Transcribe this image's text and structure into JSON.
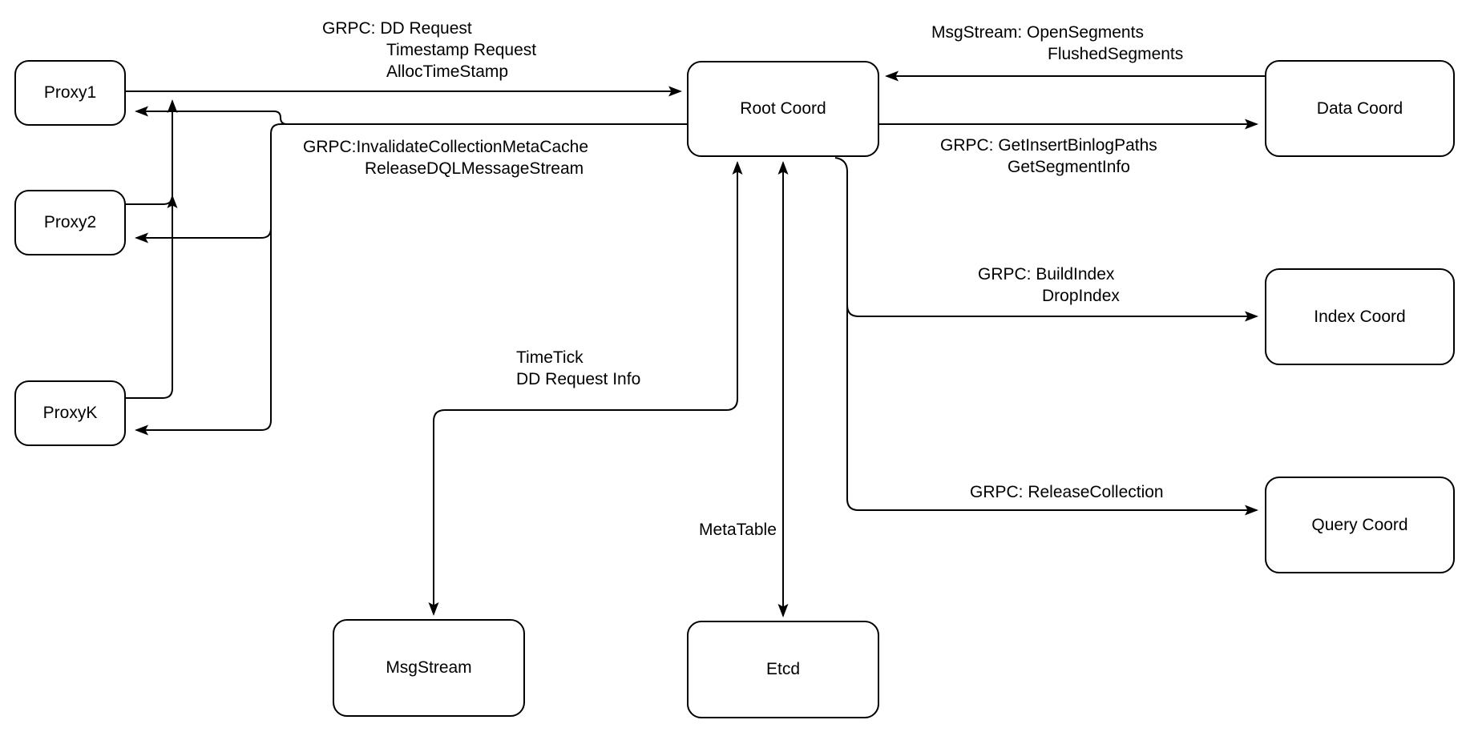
{
  "diagram": {
    "colors": {
      "stroke": "#000000",
      "node_fill": "#ffffff",
      "text": "#000000",
      "background": "#ffffff"
    },
    "nodes": {
      "proxy1": {
        "label": "Proxy1"
      },
      "proxy2": {
        "label": "Proxy2"
      },
      "proxyk": {
        "label": "ProxyK"
      },
      "root_coord": {
        "label": "Root Coord"
      },
      "data_coord": {
        "label": "Data Coord"
      },
      "index_coord": {
        "label": "Index Coord"
      },
      "query_coord": {
        "label": "Query Coord"
      },
      "msgstream": {
        "label": "MsgStream"
      },
      "etcd": {
        "label": "Etcd"
      }
    },
    "edges": {
      "proxy_to_root": {
        "line1": "GRPC: DD Request",
        "line2": "Timestamp Request",
        "line3": "AllocTimeStamp"
      },
      "root_to_proxy": {
        "line1": "GRPC:InvalidateCollectionMetaCache",
        "line2": "ReleaseDQLMessageStream"
      },
      "data_to_root": {
        "line1": "MsgStream: OpenSegments",
        "line2": "FlushedSegments"
      },
      "root_to_data": {
        "line1": "GRPC: GetInsertBinlogPaths",
        "line2": "GetSegmentInfo"
      },
      "root_to_index": {
        "line1": "GRPC: BuildIndex",
        "line2": "DropIndex"
      },
      "root_to_query": {
        "line1": "GRPC: ReleaseCollection"
      },
      "root_to_msgstream": {
        "line1": "TimeTick",
        "line2": "DD Request Info"
      },
      "root_to_etcd": {
        "line1": "MetaTable"
      }
    }
  }
}
